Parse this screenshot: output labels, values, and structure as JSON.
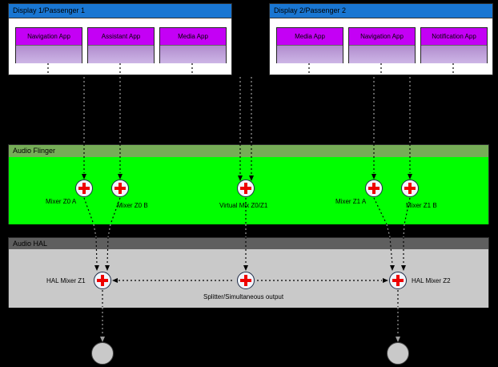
{
  "display1": {
    "title": "Display 1/Passenger 1",
    "apps": [
      "Navigation App",
      "Assistant App",
      "Media App"
    ]
  },
  "display2": {
    "title": "Display 2/Passenger 2",
    "apps": [
      "Media App",
      "Navigation App",
      "Notification App"
    ]
  },
  "audio_flinger": {
    "title": "Audio Flinger",
    "mixers": [
      "Mixer Z0 A",
      "Mixer Z0 B",
      "Virtual Mix Z0/Z1",
      "Mixer Z1 A",
      "Mixer Z1 B"
    ]
  },
  "audio_hal": {
    "title": "Audio HAL",
    "nodes": [
      "HAL Mixer Z1",
      "Splitter/Simultaneous output",
      "HAL Mixer Z2"
    ]
  },
  "colors": {
    "background": "#000000",
    "display_header": "#1976d2",
    "app_primary": "#c400f5",
    "app_secondary": "#bfa0dc",
    "flinger_header": "#76ad57",
    "flinger_body": "#00ff00",
    "hal_header": "#5f5f5f",
    "hal_body": "#c9c9c9",
    "mixer_fill": "#f2f5fd",
    "mixer_cross": "#ee0000"
  }
}
